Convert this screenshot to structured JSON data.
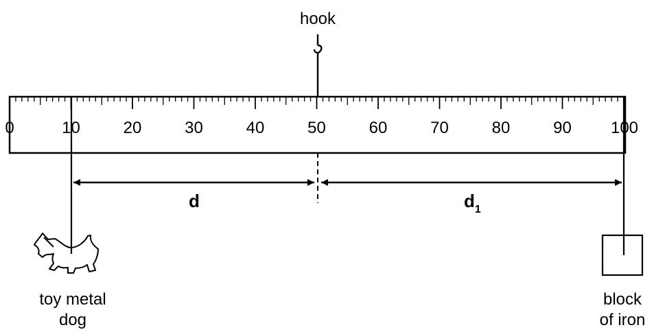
{
  "labels": {
    "hook": "hook",
    "dog_line1": "toy metal",
    "dog_line2": "dog",
    "block_line1": "block",
    "block_line2": "of iron",
    "d": "d",
    "d1_main": "d",
    "d1_sub": "1"
  },
  "ruler": {
    "scale_min": 0,
    "scale_max": 100,
    "major_step": 10,
    "tick_numbers": [
      "0",
      "10",
      "20",
      "30",
      "40",
      "50",
      "60",
      "70",
      "80",
      "90",
      "100"
    ],
    "pivot_mark": 50,
    "dog_mark": 10,
    "block_mark": 100
  },
  "colors": {
    "ink": "#000000",
    "background": "#ffffff"
  }
}
